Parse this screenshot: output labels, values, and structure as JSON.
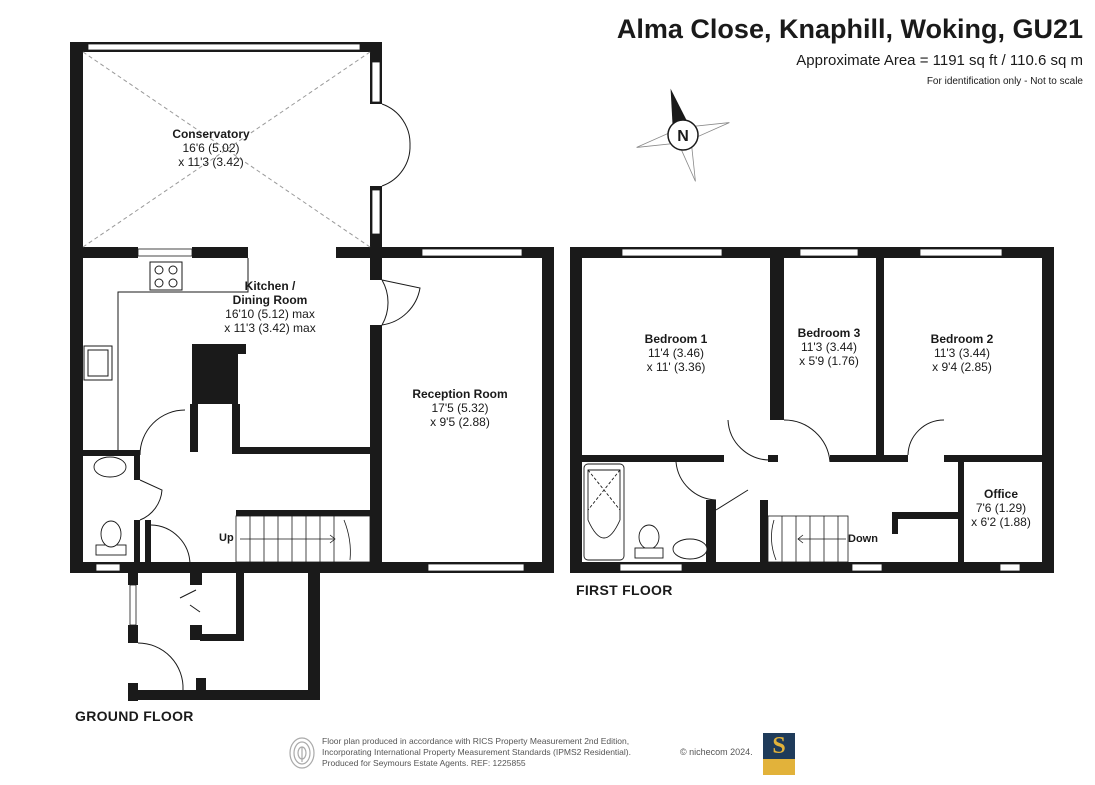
{
  "header": {
    "title": "Alma Close, Knaphill, Woking, GU21",
    "area": "Approximate Area = 1191 sq ft / 110.6 sq m",
    "note": "For identification only - Not to scale"
  },
  "compass": {
    "letter": "N"
  },
  "floors": {
    "ground": "GROUND FLOOR",
    "first": "FIRST FLOOR"
  },
  "rooms": {
    "conservatory": {
      "name": "Conservatory",
      "dim1": "16'6 (5.02)",
      "dim2": "x 11'3 (3.42)"
    },
    "kitchen": {
      "name1": "Kitchen /",
      "name2": "Dining Room",
      "dim1": "16'10 (5.12) max",
      "dim2": "x 11'3 (3.42) max"
    },
    "reception": {
      "name": "Reception Room",
      "dim1": "17'5 (5.32)",
      "dim2": "x 9'5 (2.88)"
    },
    "bedroom1": {
      "name": "Bedroom 1",
      "dim1": "11'4 (3.46)",
      "dim2": "x 11' (3.36)"
    },
    "bedroom3": {
      "name": "Bedroom 3",
      "dim1": "11'3 (3.44)",
      "dim2": "x 5'9 (1.76)"
    },
    "bedroom2": {
      "name": "Bedroom 2",
      "dim1": "11'3 (3.44)",
      "dim2": "x 9'4 (2.85)"
    },
    "office": {
      "name": "Office",
      "dim1": "7'6 (1.29)",
      "dim2": "x 6'2 (1.88)"
    }
  },
  "stairs": {
    "up": "Up",
    "down": "Down"
  },
  "footer": {
    "line1": "Floor plan produced in accordance with RICS Property Measurement 2nd Edition,",
    "line2": "Incorporating International Property Measurement Standards (IPMS2 Residential).",
    "line3": "Produced for Seymours Estate Agents.   REF: 1225855",
    "copyright": "© nichecom 2024.",
    "logo_letter": "S"
  },
  "colors": {
    "wall": "#1a1a1a",
    "window": "#ffffff",
    "logo_navy": "#1f3b5a",
    "logo_gold": "#e2b23a"
  }
}
